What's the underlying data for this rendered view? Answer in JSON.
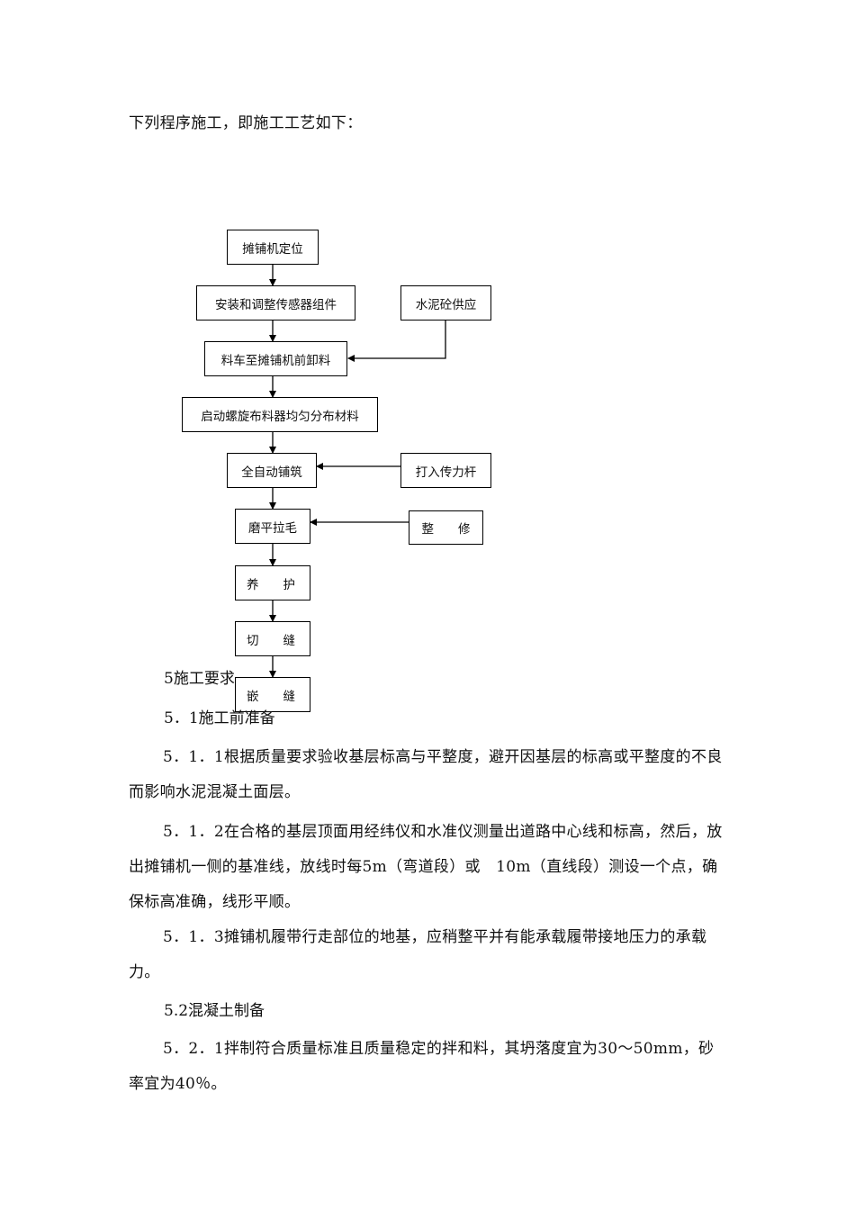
{
  "intro": "下列程序施工，即施工工艺如下：",
  "flowchart": {
    "steps": [
      "摊铺机定位",
      "安装和调整传感器组件",
      "料车至摊铺机前卸料",
      "启动螺旋布料器均匀分布材料",
      "全自动铺筑",
      "磨平拉毛",
      "养　　护",
      "切　　缝",
      "嵌　　缝"
    ],
    "side_inputs": [
      "水泥砼供应",
      "打入传力杆",
      "整　　修"
    ]
  },
  "section": {
    "title": "5施工要求",
    "sub1": "5．1施工前准备",
    "p511": "5．1．1根据质量要求验收基层标高与平整度，避开因基层的标高或平整度的不良而影响水泥混凝土面层。",
    "p512": "5．1．2在合格的基层顶面用经纬仪和水准仪测量出道路中心线和标高，然后，放出摊铺机一侧的基准线，放线时每5m（弯道段）或　10m（直线段）测设一个点，确保标高准确，线形平顺。",
    "p513": "5．1．3摊铺机履带行走部位的地基，应稍整平并有能承载履带接地压力的承载力。",
    "sub2": "5.2混凝土制备",
    "p521": "5．2．1拌制符合质量标准且质量稳定的拌和料，其坍落度宜为30～50mm，砂率宜为40％。"
  }
}
